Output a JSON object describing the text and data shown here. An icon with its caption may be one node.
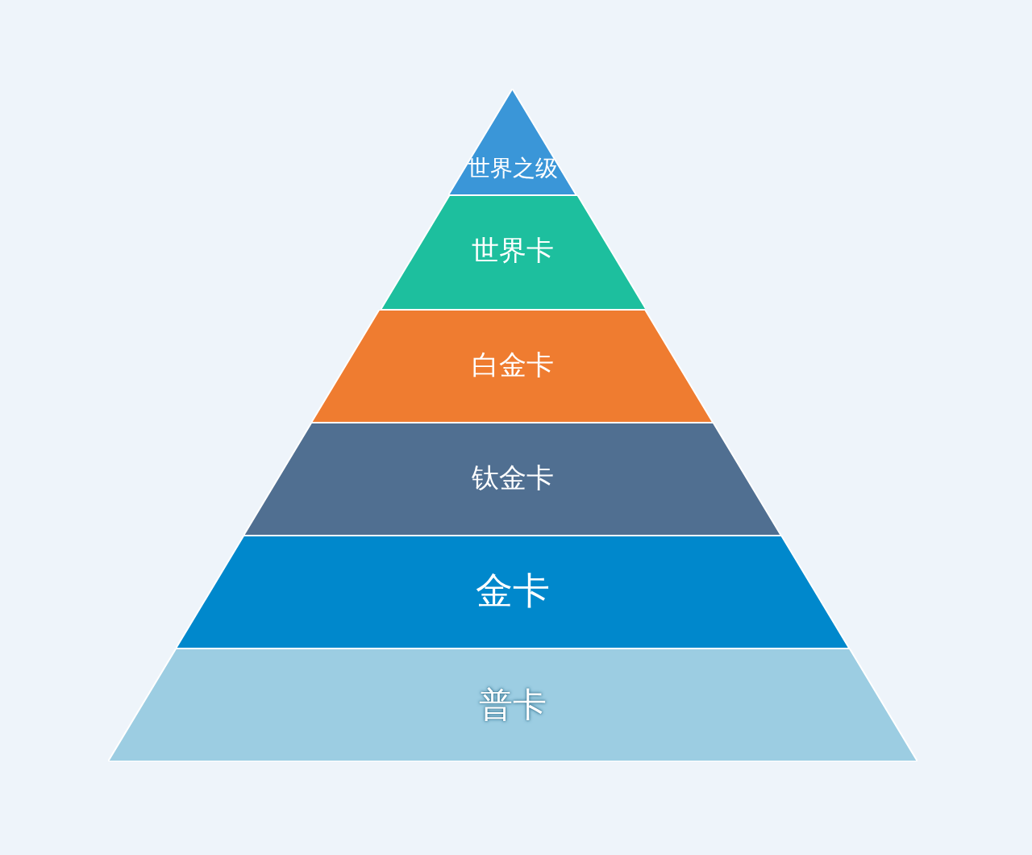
{
  "diagram": {
    "nodes": [
      {
        "text": [
          "世界之级"
        ]
      },
      {
        "text": [
          "世界卡"
        ]
      },
      {
        "text": [
          "白金卡"
        ]
      },
      {
        "text": [
          "钛金卡"
        ]
      },
      {
        "text": [
          "金卡"
        ]
      },
      {
        "text": [
          "普卡"
        ]
      }
    ]
  }
}
